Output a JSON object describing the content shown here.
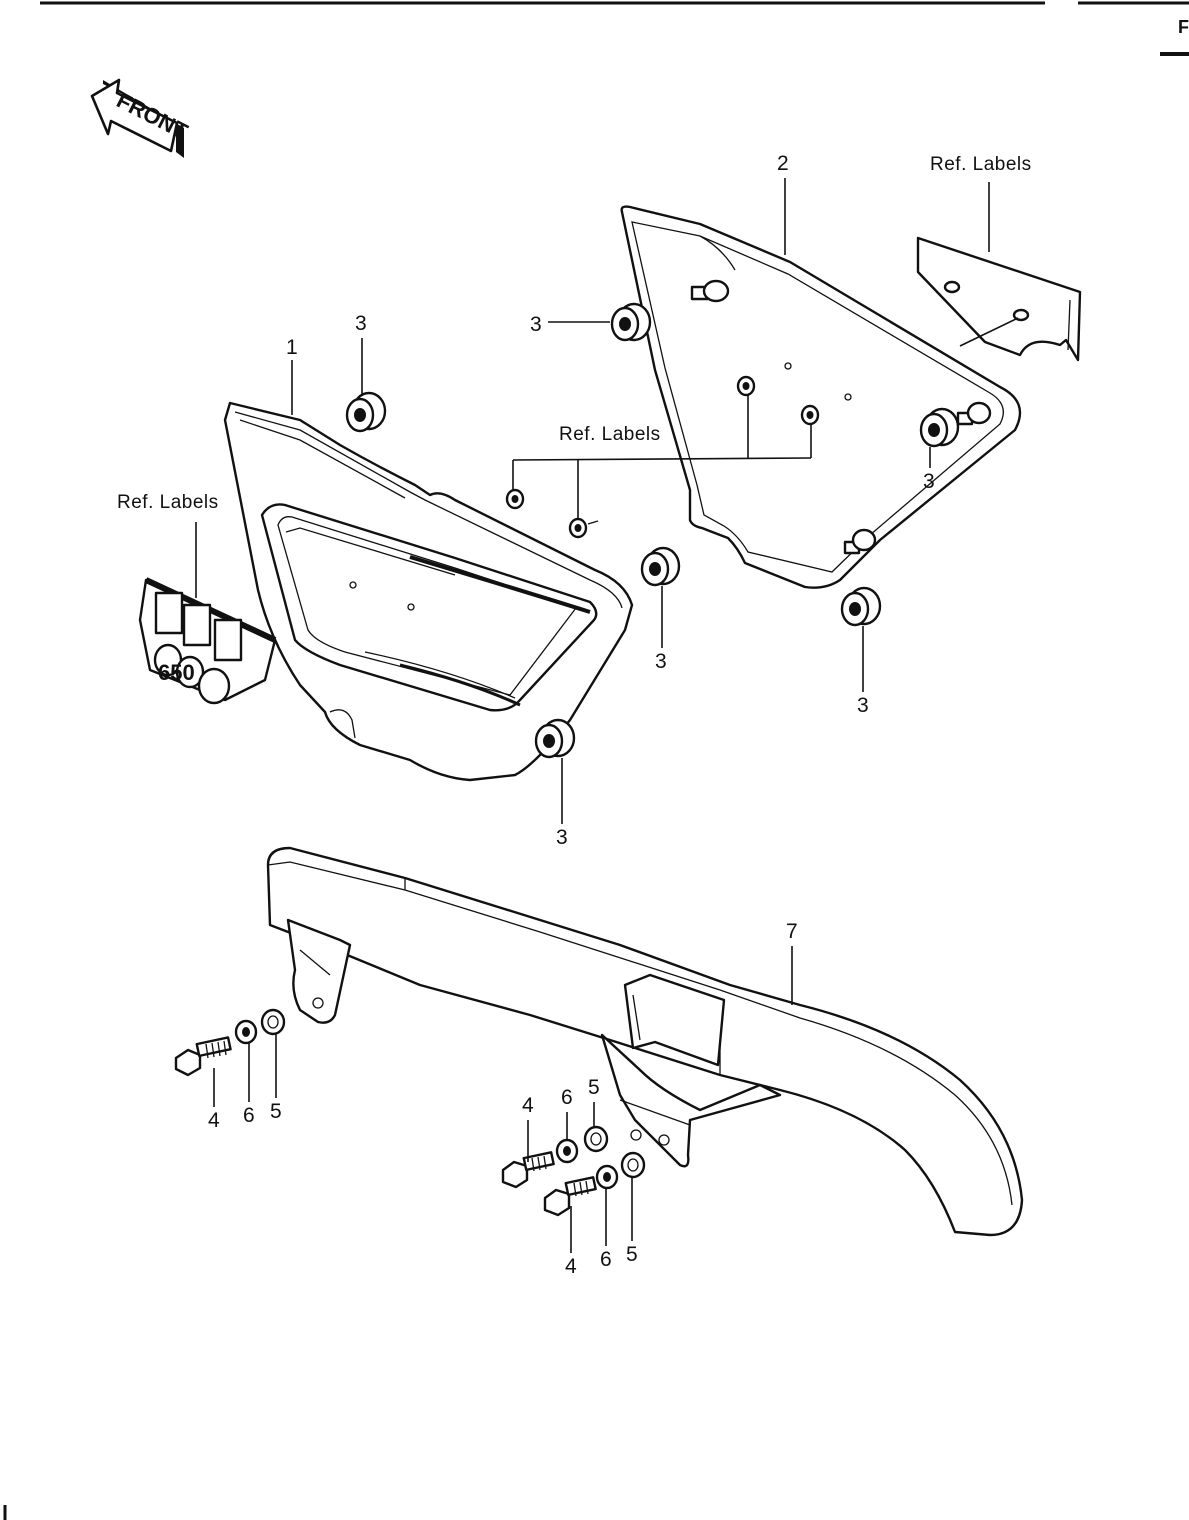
{
  "front_arrow": {
    "text": "FRONT"
  },
  "page_edge_letter": "F",
  "ref_labels": {
    "top_right": "Ref.  Labels",
    "middle": "Ref.  Labels",
    "left": "Ref.  Labels"
  },
  "emblem_text": "650",
  "callouts": [
    {
      "id": "c1",
      "text": "1"
    },
    {
      "id": "c2",
      "text": "2"
    },
    {
      "id": "c3a",
      "text": "3"
    },
    {
      "id": "c3b",
      "text": "3"
    },
    {
      "id": "c3c",
      "text": "3"
    },
    {
      "id": "c3d",
      "text": "3"
    },
    {
      "id": "c3e",
      "text": "3"
    },
    {
      "id": "c3f",
      "text": "3"
    },
    {
      "id": "c7",
      "text": "7"
    },
    {
      "id": "c4a",
      "text": "4"
    },
    {
      "id": "c6a",
      "text": "6"
    },
    {
      "id": "c5a",
      "text": "5"
    },
    {
      "id": "c4b",
      "text": "4"
    },
    {
      "id": "c6b",
      "text": "6"
    },
    {
      "id": "c5b",
      "text": "5"
    },
    {
      "id": "c4c",
      "text": "4"
    },
    {
      "id": "c6c",
      "text": "6"
    },
    {
      "id": "c5c",
      "text": "5"
    }
  ]
}
